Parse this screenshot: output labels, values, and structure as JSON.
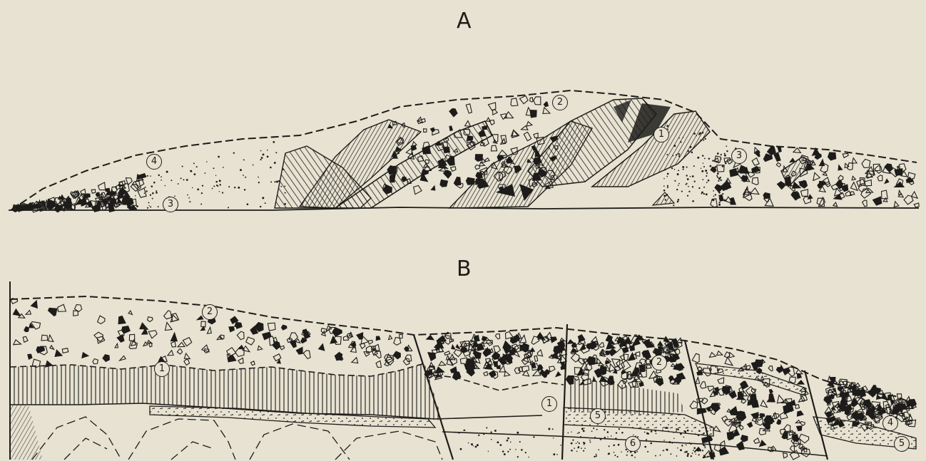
{
  "panels": [
    {
      "id": "A",
      "label": "A"
    },
    {
      "id": "B",
      "label": "B"
    }
  ],
  "units": {
    "a1": "1",
    "a2": "2",
    "a3l": "3",
    "a3r": "3",
    "a4": "4",
    "b2a": "2",
    "b1a": "1",
    "b1b": "1",
    "b5a": "5",
    "b2b": "2",
    "b6": "6",
    "b4": "4",
    "b5b": "5"
  },
  "colors": {
    "ink": "#1d1c1a",
    "paper": "#e7e2d1"
  }
}
